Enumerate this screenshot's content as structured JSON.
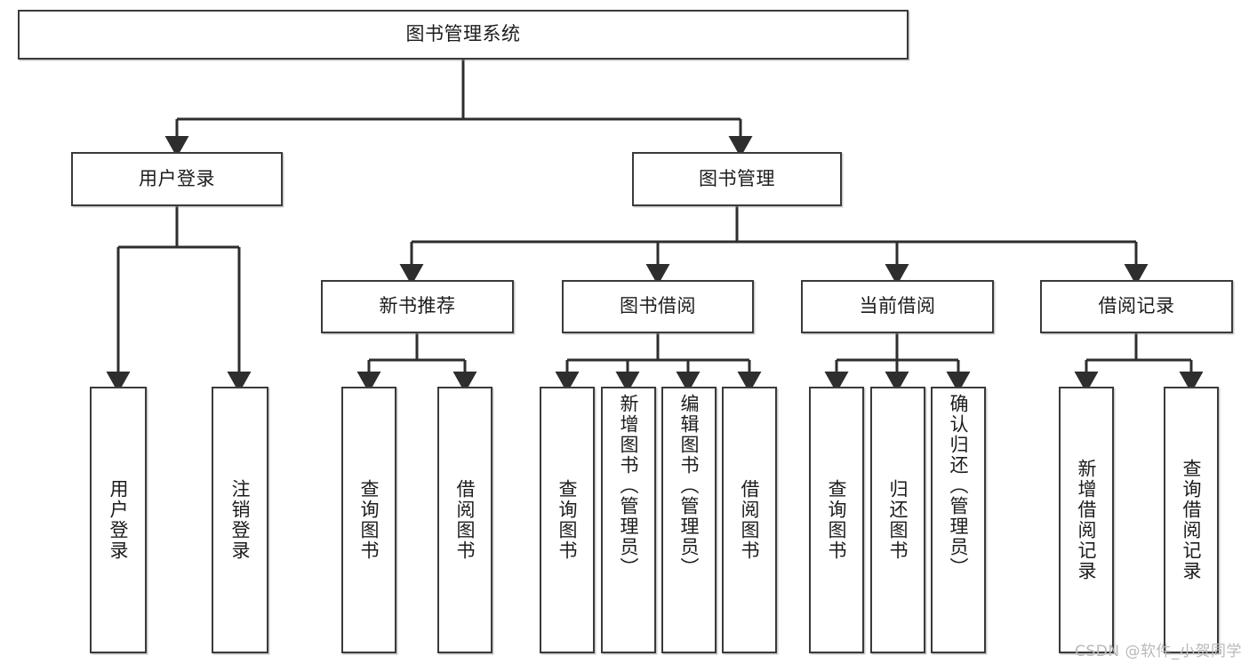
{
  "diagram": {
    "type": "tree",
    "title": "图书管理系统",
    "watermark": "CSDN @软件_小贺同学",
    "colors": {
      "box_border": "#3a3a3a",
      "box_fill": "#ffffff",
      "connector": "#2e2e2e",
      "text": "#1c1c1c",
      "watermark": "#b9b9b9"
    },
    "root": {
      "label": "图书管理系统"
    },
    "level2": [
      {
        "label": "用户登录"
      },
      {
        "label": "图书管理"
      }
    ],
    "level3": [
      {
        "label": "新书推荐"
      },
      {
        "label": "图书借阅"
      },
      {
        "label": "当前借阅"
      },
      {
        "label": "借阅记录"
      }
    ],
    "leaves": {
      "user_login": [
        {
          "label": "用户登录"
        },
        {
          "label": "注销登录"
        }
      ],
      "new_book_recommend": [
        {
          "label": "查询图书"
        },
        {
          "label": "借阅图书"
        }
      ],
      "book_borrow": [
        {
          "label": "查询图书"
        },
        {
          "label": "新增图书（管理员）"
        },
        {
          "label": "编辑图书（管理员）"
        },
        {
          "label": "借阅图书"
        }
      ],
      "current_borrow": [
        {
          "label": "查询图书"
        },
        {
          "label": "归还图书"
        },
        {
          "label": "确认归还（管理员）"
        }
      ],
      "borrow_record": [
        {
          "label": "新增借阅记录"
        },
        {
          "label": "查询借阅记录"
        }
      ]
    }
  }
}
